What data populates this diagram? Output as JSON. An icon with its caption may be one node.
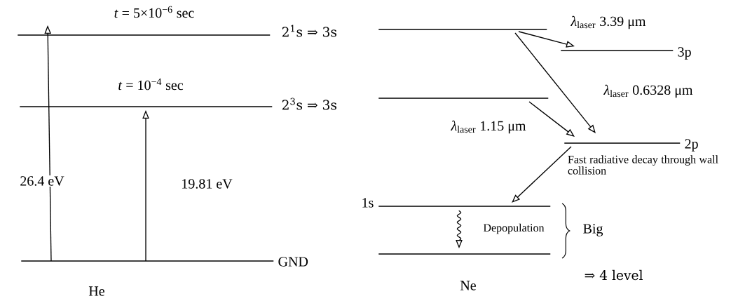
{
  "diagram": {
    "nodes": [
      {
        "text": [],
        "shape": "bar",
        "beside": [
          "*t* = 5×10$^{−6}$ sec"
        ]
      },
      {
        "text": [],
        "shape": "bar",
        "beside": [
          "*t* = 10$^{−4}$ sec"
        ]
      },
      {
        "text": [],
        "shape": "bar",
        "beside": [
          "GND"
        ]
      },
      {
        "text": [],
        "shape": "bar"
      },
      {
        "text": [],
        "shape": "bar",
        "beside": [
          "3p"
        ]
      },
      {
        "text": [],
        "shape": "bar"
      },
      {
        "text": [],
        "shape": "bar",
        "beside": [
          "2p"
        ]
      },
      {
        "text": [],
        "shape": "bar",
        "beside": [
          "1s"
        ]
      },
      {
        "text": [],
        "shape": "bar"
      }
    ],
    "edges": [
      {
        "from": 2,
        "to": 0,
        "arrow": "to",
        "label": "26.4 eV"
      },
      {
        "from": 2,
        "to": 1,
        "arrow": "to",
        "label": "19.81 eV"
      },
      {
        "from": 3,
        "to": 4,
        "arrow": "to",
        "label": "*λ*$_{laser}$ 3.39 μm"
      },
      {
        "from": 3,
        "to": 6,
        "arrow": "to",
        "label": "*λ*$_{laser}$ 0.6328 μm"
      },
      {
        "from": 5,
        "to": 6,
        "arrow": "to",
        "label": "*λ*$_{laser}$ 1.15 μm"
      },
      {
        "from": 6,
        "to": 7,
        "arrow": "to",
        "label": "Fast radiative decay through wall collision"
      },
      {
        "from": 7,
        "to": 8,
        "arrow": "to",
        "label": "Depopulation"
      }
    ],
    "labels": [
      "2$^{1}$s ⇒ 3s",
      "2$^{3}$s ⇒ 3s",
      "Big",
      "⇒ 4 level",
      "He",
      "Ne"
    ]
  }
}
